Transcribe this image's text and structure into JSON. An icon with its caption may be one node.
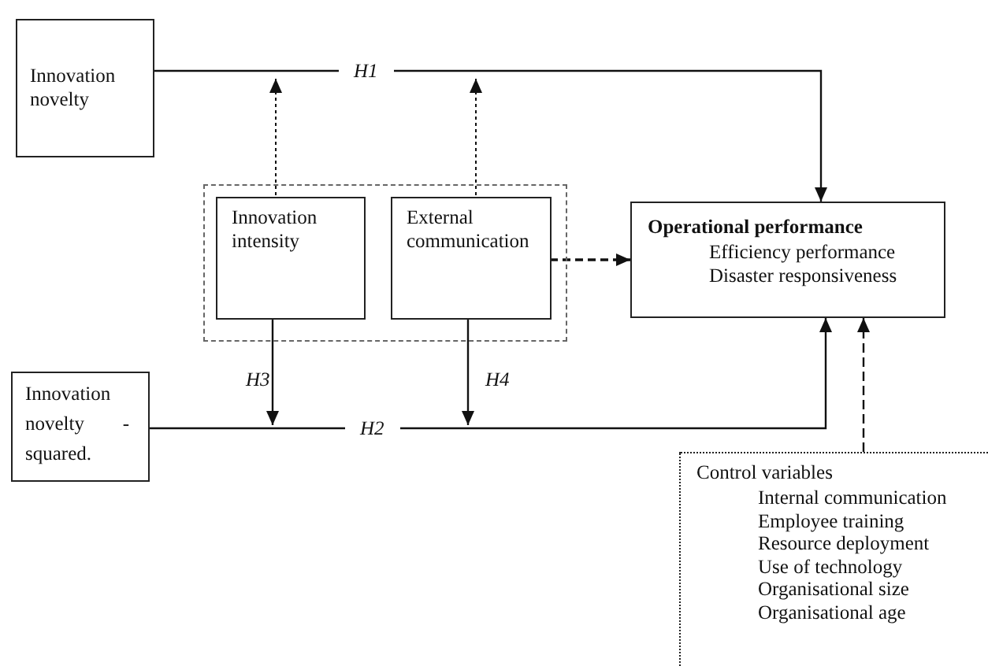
{
  "diagram": {
    "nodes": [
      {
        "text": [
          "Innovation novelty"
        ]
      },
      {
        "text": [],
        "shape": "box"
      },
      {
        "text": [
          "Innovation intensity"
        ],
        "in": 1
      },
      {
        "text": [
          "External communication"
        ],
        "in": 1
      },
      {
        "text": [
          "Operational performance",
          "Efficiency performance",
          "Disaster responsiveness"
        ]
      },
      {
        "text": [
          "Innovation novelty - squared."
        ]
      },
      {
        "text": [
          "Control variables",
          "Internal communication",
          "Employee training",
          "Resource deployment",
          "Use of technology",
          "Organisational size",
          "Organisational age"
        ]
      }
    ],
    "edges": [
      {
        "from": 0,
        "to": 4,
        "arrow": "to",
        "label": "H1"
      },
      {
        "from": 2,
        "to": null,
        "arrow": "to",
        "style": "dashed"
      },
      {
        "from": 3,
        "to": null,
        "arrow": "to",
        "style": "dashed"
      },
      {
        "from": 5,
        "to": 4,
        "arrow": "to",
        "label": "H2"
      },
      {
        "from": 2,
        "to": null,
        "arrow": "to",
        "label": "H3"
      },
      {
        "from": 3,
        "to": null,
        "arrow": "to",
        "label": "H4"
      },
      {
        "from": 3,
        "to": 4,
        "arrow": "to",
        "style": "dashed"
      },
      {
        "from": 6,
        "to": 4,
        "arrow": "to",
        "style": "dashed"
      }
    ]
  }
}
